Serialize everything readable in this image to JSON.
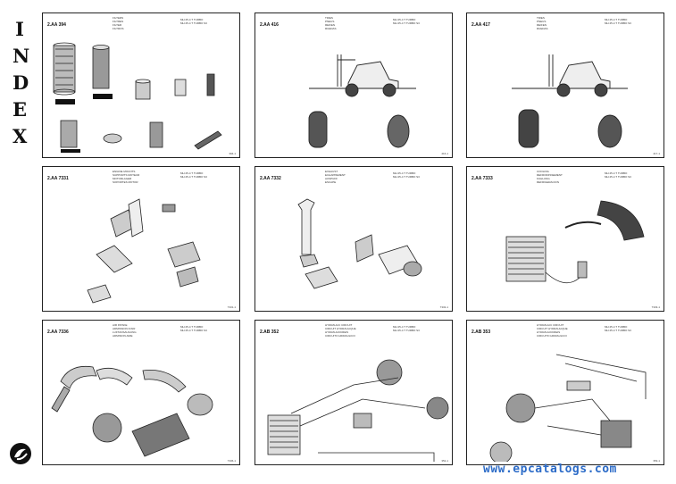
{
  "side_title": [
    "I",
    "N",
    "D",
    "E",
    "X"
  ],
  "watermark": "www.epcatalogs.com",
  "panels": [
    {
      "code": "2.AA 394",
      "mid": "FILTERS\nFILTRES\nFILTER\nFILTROS",
      "rt": "MH 25-4 T TURBO\nMH 25-4 T TURBO S3",
      "foot": "394-1"
    },
    {
      "code": "2.AA 416",
      "mid": "TIRES\nPNEUS\nREIFEN\nRUEDAS",
      "rt": "MH 25-4 T TURBO\nMH 25-4 T TURBO S3",
      "foot": "416-1"
    },
    {
      "code": "2.AA 417",
      "mid": "TIRES\nPNEUS\nREIFEN\nRUEDAS",
      "rt": "MH 25-4 T TURBO\nMH 25-4 T TURBO S3",
      "foot": "417-1"
    },
    {
      "code": "2.AA 7331",
      "mid": "ENGINE MOUNTS\nSUPPORTS MOTEUR\nMOTORLAGER\nSOPORTES MOTOR",
      "rt": "MH 25-4 T TURBO\nMH 25-4 T TURBO S3",
      "foot": "7331-1"
    },
    {
      "code": "2.AA 7332",
      "mid": "EXHAUST\nECHAPPEMENT\nAUSPUFF\nESCAPE",
      "rt": "MH 25-4 T TURBO\nMH 25-4 T TURBO S3",
      "foot": "7332-1"
    },
    {
      "code": "2.AA 7333",
      "mid": "COOLING\nREFROIDISSEMENT\nKUHLUNG\nREFRIGERACION",
      "rt": "MH 25-4 T TURBO\nMH 25-4 T TURBO S3",
      "foot": "7333-1"
    },
    {
      "code": "2.AA 7336",
      "mid": "AIR INTAKE\nADMISSION D'AIR\nLUFTANSAUGUNG\nADMISION AIRE",
      "rt": "MH 25-4 T TURBO\nMH 25-4 T TURBO S3",
      "foot": "7336-1"
    },
    {
      "code": "2.AB 352",
      "mid": "HYDRAULIC CIRCUIT\nCIRCUIT HYDRAULIQUE\nHYDRAULIKKREIS\nCIRCUITO HIDRAULICO",
      "rt": "MH 25-4 T TURBO\nMH 25-4 T TURBO S3",
      "foot": "352-1"
    },
    {
      "code": "2.AB 353",
      "mid": "HYDRAULIC CIRCUIT\nCIRCUIT HYDRAULIQUE\nHYDRAULIKKREIS\nCIRCUITO HIDRAULICO",
      "rt": "MH 25-4 T TURBO\nMH 25-4 T TURBO S3",
      "foot": "353-1"
    }
  ]
}
